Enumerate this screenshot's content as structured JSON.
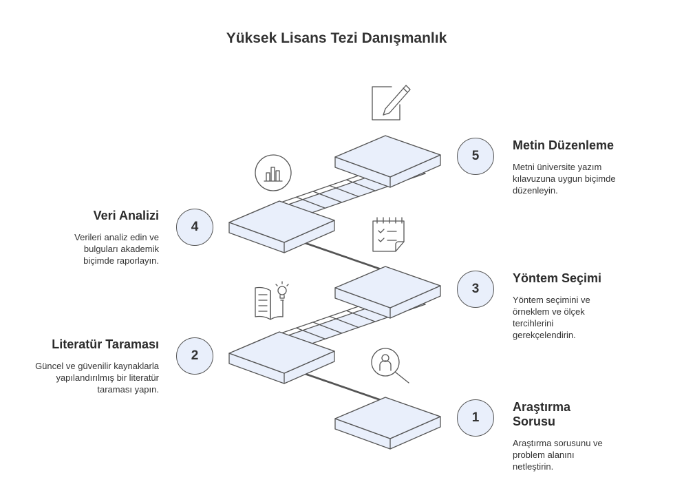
{
  "title": "Yüksek Lisans Tezi Danışmanlık",
  "colors": {
    "fill": "#e9effb",
    "stroke": "#555555"
  },
  "steps": [
    {
      "number": "1",
      "title": "Araştırma Sorusu",
      "description": "Araştırma sorusunu ve problem alanını netleştirin.",
      "icon": "person-search-icon"
    },
    {
      "number": "2",
      "title": "Literatür Taraması",
      "description": "Güncel ve güvenilir kaynaklarla yapılandırılmış bir literatür taraması yapın.",
      "icon": "book-lightbulb-icon"
    },
    {
      "number": "3",
      "title": "Yöntem Seçimi",
      "description": "Yöntem seçimini ve örneklem ve ölçek tercihlerini gerekçelendirin.",
      "icon": "checklist-icon"
    },
    {
      "number": "4",
      "title": "Veri Analizi",
      "description": "Verileri analiz edin ve bulguları akademik biçimde raporlayın.",
      "icon": "bar-chart-icon"
    },
    {
      "number": "5",
      "title": "Metin Düzenleme",
      "description": "Metni üniversite yazım kılavuzuna uygun biçimde düzenleyin.",
      "icon": "document-pen-icon"
    }
  ]
}
